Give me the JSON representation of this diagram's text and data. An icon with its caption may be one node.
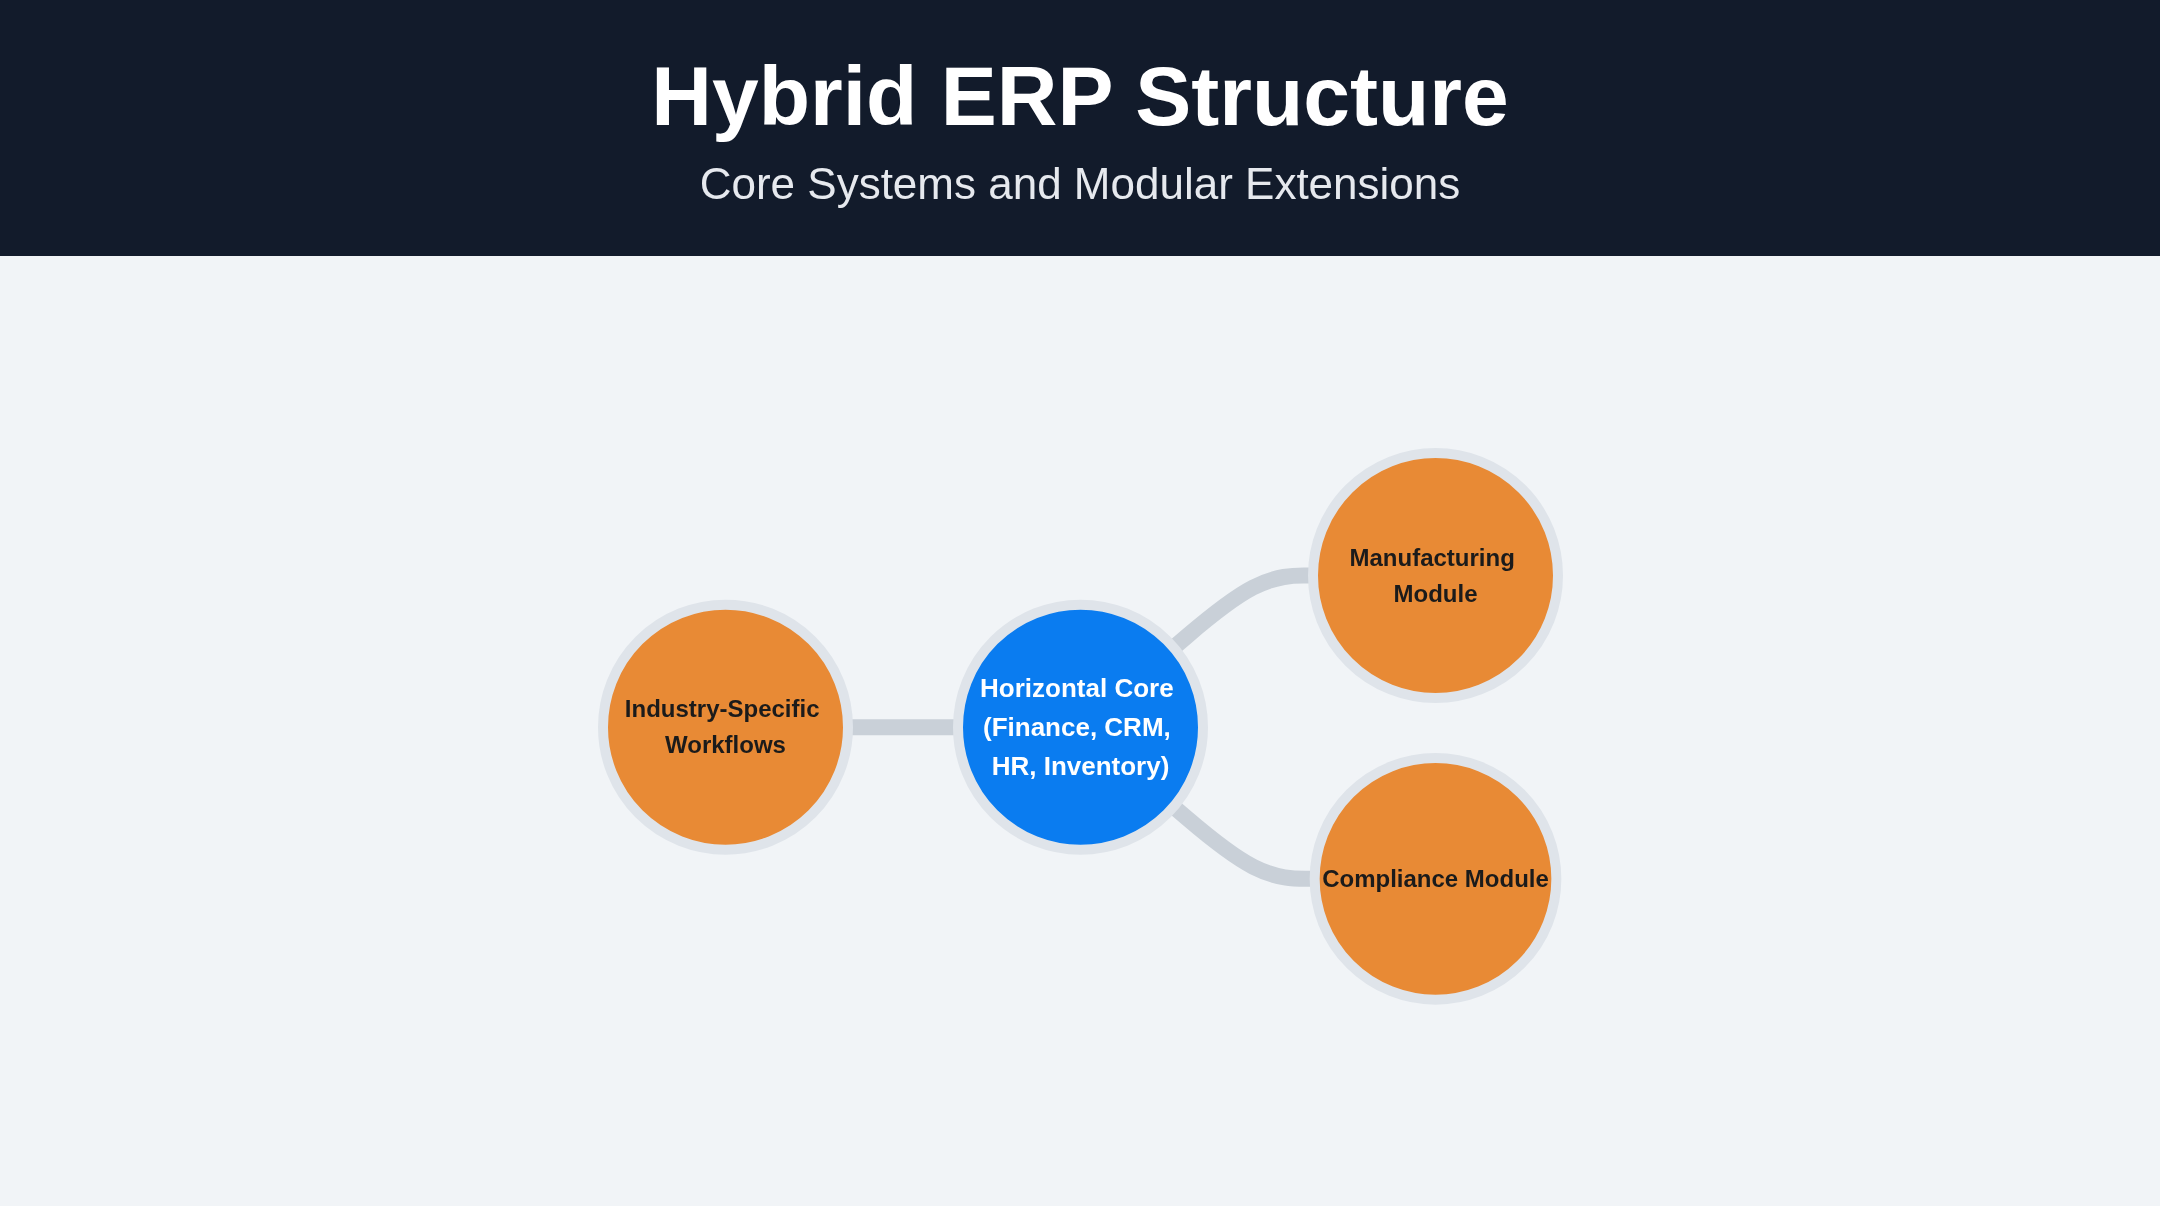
{
  "diagram": {
    "title": "Hybrid ERP Structure",
    "nodes": [
      {
        "text": [
          "Industry-Specific Workflows"
        ]
      },
      {
        "text": [
          "Horizontal Core (Finance, CRM, HR, Inventory)"
        ]
      },
      {
        "text": [
          "Manufacturing Module"
        ]
      },
      {
        "text": [
          "Compliance Module"
        ]
      }
    ],
    "edges": [
      {
        "from": 0,
        "to": 1,
        "arrow": "none"
      },
      {
        "from": 1,
        "to": 2,
        "arrow": "none"
      },
      {
        "from": 1,
        "to": 3,
        "arrow": "none"
      }
    ],
    "labels": [
      "Core Systems and Modular Extensions"
    ]
  }
}
